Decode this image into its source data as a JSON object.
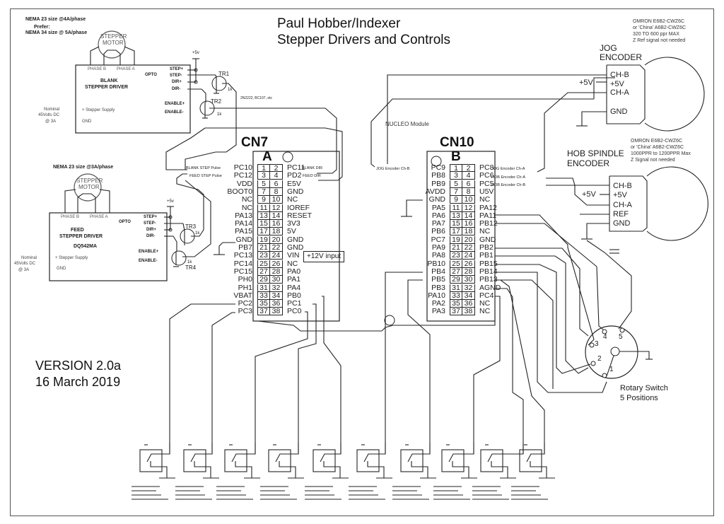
{
  "title": {
    "line1": "Paul Hobber/Indexer",
    "line2": "Stepper Drivers and Controls"
  },
  "version": {
    "line1": "VERSION 2.0a",
    "line2": "16 March 2019"
  },
  "blank_driver": {
    "motor_note_1": "NEMA 23 size @4A/phase",
    "motor_note_2": "Prefer:",
    "motor_note_3": "NEMA 34 size @ 5A/phase",
    "motor_label_1": "STEPPER",
    "motor_label_2": "MOTOR",
    "phase_b": "PHASE B",
    "phase_a": "PHASE A",
    "name_1": "BLANK",
    "name_2": "STEPPER DRIVER",
    "supply_plus": "+ Stepper Supply",
    "supply_gnd": "GND",
    "supply_note_1": "Nominal",
    "supply_note_2": "45Volts DC",
    "supply_note_3": "@ 3A",
    "opto": "OPTO",
    "step_plus": "STEP+",
    "step_minus": "STEP-",
    "dir_plus": "DIR+",
    "dir_minus": "DIR-",
    "enable_plus": "ENABLE+",
    "enable_minus": "ENABLE-",
    "plus5v": "+5v",
    "tr1": "TR1",
    "tr2": "TR2",
    "res": "1k",
    "transistor_note": "2N2222, BC107, etc"
  },
  "feed_driver": {
    "motor_note": "NEMA 23 size @3A/phase",
    "motor_label_1": "STEPPER",
    "motor_label_2": "MOTOR",
    "phase_b": "PHASE B",
    "phase_a": "PHASE A",
    "name_1": "FEED",
    "name_2": "STEPPER DRIVER",
    "model": "DQ542MA",
    "supply_plus": "+ Stepper Supply",
    "supply_gnd": "GND",
    "supply_note_1": "Nominal",
    "supply_note_2": "45Volts DC",
    "supply_note_3": "@ 3A",
    "opto": "OPTO",
    "step_plus": "STEP+",
    "step_minus": "STEP-",
    "dir_plus": "DIR+",
    "dir_minus": "DIR-",
    "enable_plus": "ENABLE+",
    "enable_minus": "ENABLE-",
    "plus5v": "+5v",
    "tr3": "TR3",
    "tr4": "TR4",
    "res": "1k"
  },
  "nucleo": {
    "label": "NUCLEO Module",
    "input_note": "+12V input"
  },
  "cn7": {
    "header": "CN7",
    "side": "A",
    "left_labels": [
      "PC10",
      "PC12",
      "VDD",
      "BOOT0",
      "NC",
      "NC",
      "PA13",
      "PA14",
      "PA15",
      "GND",
      "PB7",
      "PC13",
      "PC14",
      "PC15",
      "PH0",
      "PH1",
      "VBAT",
      "PC2",
      "PC3"
    ],
    "right_labels": [
      "PC11",
      "PD2",
      "E5V",
      "GND",
      "NC",
      "IOREF",
      "RESET",
      "3V3",
      "5V",
      "GND",
      "GND",
      "VIN",
      "NC",
      "PA0",
      "PA1",
      "PA4",
      "PB0",
      "PC1",
      "PC0"
    ],
    "left_pins": [
      "1",
      "3",
      "5",
      "7",
      "9",
      "11",
      "13",
      "15",
      "17",
      "19",
      "21",
      "23",
      "25",
      "27",
      "29",
      "31",
      "33",
      "35",
      "37"
    ],
    "right_pins": [
      "2",
      "4",
      "6",
      "8",
      "10",
      "12",
      "14",
      "16",
      "18",
      "20",
      "22",
      "24",
      "26",
      "28",
      "30",
      "32",
      "34",
      "36",
      "38"
    ],
    "signal_blank_step": "BLANK STEP Pulse",
    "signal_feed_step": "FEED STEP Pulse",
    "signal_blank_dir": "BLANK DIR",
    "signal_feed_dir": "FEED DIR"
  },
  "cn10": {
    "header": "CN10",
    "side": "B",
    "left_labels": [
      "PC9",
      "PB8",
      "PB9",
      "AVDD",
      "GND",
      "PA5",
      "PA6",
      "PA7",
      "PB6",
      "PC7",
      "PA9",
      "PA8",
      "PB10",
      "PB4",
      "PB5",
      "PB3",
      "PA10",
      "PA2",
      "PA3"
    ],
    "right_labels": [
      "PC8",
      "PC6",
      "PC5",
      "U5V",
      "NC",
      "PA12",
      "PA11",
      "PB12",
      "NC",
      "GND",
      "PB2",
      "PB1",
      "PB15",
      "PB14",
      "PB13",
      "AGND",
      "PC4",
      "NC",
      "NC"
    ],
    "left_pins": [
      "1",
      "3",
      "5",
      "7",
      "9",
      "11",
      "13",
      "15",
      "17",
      "19",
      "21",
      "23",
      "25",
      "27",
      "29",
      "31",
      "33",
      "35",
      "37"
    ],
    "right_pins": [
      "2",
      "4",
      "6",
      "8",
      "10",
      "12",
      "14",
      "16",
      "18",
      "20",
      "22",
      "24",
      "26",
      "28",
      "30",
      "32",
      "34",
      "36",
      "38"
    ],
    "signal_jog_chb": "JOG Encoder  Ch-B",
    "signal_jog_cha": "JOG Encoder  Ch-A",
    "signal_hob_cha": "HOB Encoder  Ch-A",
    "signal_hob_chb": "HOB Encoder  Ch-B"
  },
  "jog_encoder": {
    "title_1": "JOG",
    "title_2": "ENCODER",
    "note_1": "OMRON E6B2-CWZ6C",
    "note_2": "or 'China' A6B2-CWZ6C",
    "note_3": "320 TO 600 ppr MAX",
    "note_4": "Z Ref signal not needed",
    "pins": [
      "CH-B",
      "+5V",
      "CH-A",
      "GND"
    ],
    "supply": "+5V"
  },
  "hob_encoder": {
    "title_1": "HOB SPINDLE",
    "title_2": "ENCODER",
    "note_1": "OMRON E6B2-CWZ6C",
    "note_2": "or 'China' A6B2-CWZ6C",
    "note_3": "1000PPR to 1200PPR Max",
    "note_4": "Z Signal not needed",
    "pins": [
      "CH-B",
      "+5V",
      "CH-A",
      "REF",
      "GND"
    ],
    "supply": "+5V"
  },
  "rotary_switch": {
    "label_1": "Rotary Switch",
    "label_2": "5 Positions",
    "positions": [
      "1",
      "2",
      "3",
      "4",
      "5"
    ]
  },
  "pushbuttons": {
    "count": 10
  }
}
